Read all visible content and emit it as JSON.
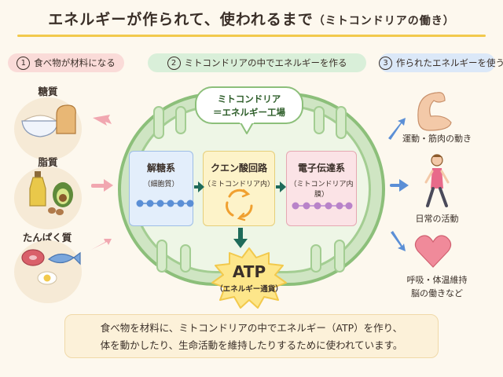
{
  "title": {
    "main": "エネルギーが作られて、使われるまで",
    "sub": "（ミトコンドリアの働き）"
  },
  "sections": [
    {
      "num": "1",
      "label": "食べ物が材料になる"
    },
    {
      "num": "2",
      "label": "ミトコンドリアの中でエネルギーを作る"
    },
    {
      "num": "3",
      "label": "作られたエネルギーを使う"
    }
  ],
  "foods": [
    {
      "label": "糖質",
      "icon": "rice-bread-icon"
    },
    {
      "label": "脂質",
      "icon": "oil-avocado-icon"
    },
    {
      "label": "たんぱく質",
      "icon": "meat-fish-egg-icon"
    }
  ],
  "mitochondria": {
    "bubble_line1": "ミトコンドリア",
    "bubble_line2": "＝エネルギー工場"
  },
  "steps": [
    {
      "title": "解糖系",
      "sub": "（細胞質）"
    },
    {
      "title": "クエン酸回路",
      "sub": "（ミトコンドリア内）"
    },
    {
      "title": "電子伝達系",
      "sub": "（ミトコンドリア内膜）"
    }
  ],
  "atp": {
    "title": "ATP",
    "sub": "（エネルギー通貨）"
  },
  "uses": [
    {
      "label": "運動・筋肉の動き",
      "icon": "muscle-arm-icon"
    },
    {
      "label": "日常の活動",
      "icon": "walking-person-icon"
    },
    {
      "label_line1": "呼吸・体温維持",
      "label_line2": "脳の働きなど",
      "icon": "heart-icon"
    }
  ],
  "summary": {
    "line1": "食べ物を材料に、ミトコンドリアの中でエネルギー（ATP）を作り、",
    "line2": "体を動かしたり、生命活動を維持したりするために使われています。"
  },
  "colors": {
    "accent_yellow": "#f2c94c",
    "mito_green": "#8cbf7a",
    "arrow_pink": "#f1a7b0",
    "arrow_blue": "#5b8fd6",
    "arrow_teal": "#1f6b5a"
  }
}
